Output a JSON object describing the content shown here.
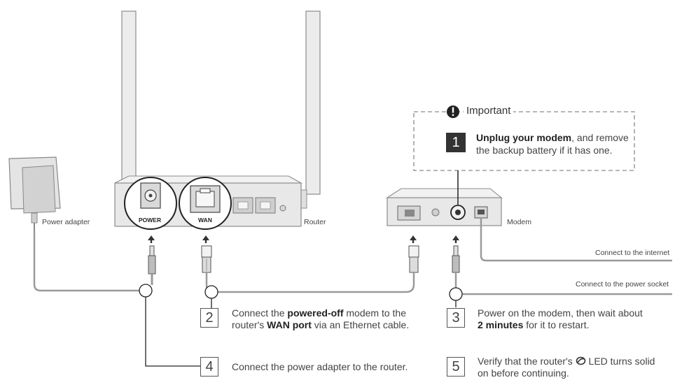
{
  "labels": {
    "power_adapter": "Power adapter",
    "router": "Router",
    "modem": "Modem",
    "power_port": "POWER",
    "wan_port": "WAN",
    "connect_internet": "Connect to the internet",
    "connect_power_socket": "Connect to the power socket"
  },
  "important": {
    "title": "Important",
    "step_number": "1",
    "text_bold": "Unplug your modem",
    "text_rest1": ", and remove",
    "text_line2": "the backup battery if it has one."
  },
  "steps": [
    {
      "number": "2",
      "l1_pre": "Connect the ",
      "l1_bold": "powered-off",
      "l1_post": " modem to the",
      "l2_pre": "router's ",
      "l2_bold": "WAN port",
      "l2_post": " via an Ethernet cable."
    },
    {
      "number": "3",
      "l1": "Power on the modem, then wait about",
      "l2_bold": "2 minutes",
      "l2_post": " for it to restart."
    },
    {
      "number": "4",
      "l1": "Connect the power adapter to the router."
    },
    {
      "number": "5",
      "l1_pre": "Verify that the router's ",
      "l1_post": " LED turns solid",
      "l2": "on before continuing."
    }
  ],
  "icons": [
    "exclamation-icon",
    "internet-led-icon",
    "arrow-up-icon"
  ],
  "colors": {
    "line": "#9a9a9a",
    "device": "#e6e6e6",
    "device_stroke": "#8a8a8a",
    "dark": "#333333"
  }
}
